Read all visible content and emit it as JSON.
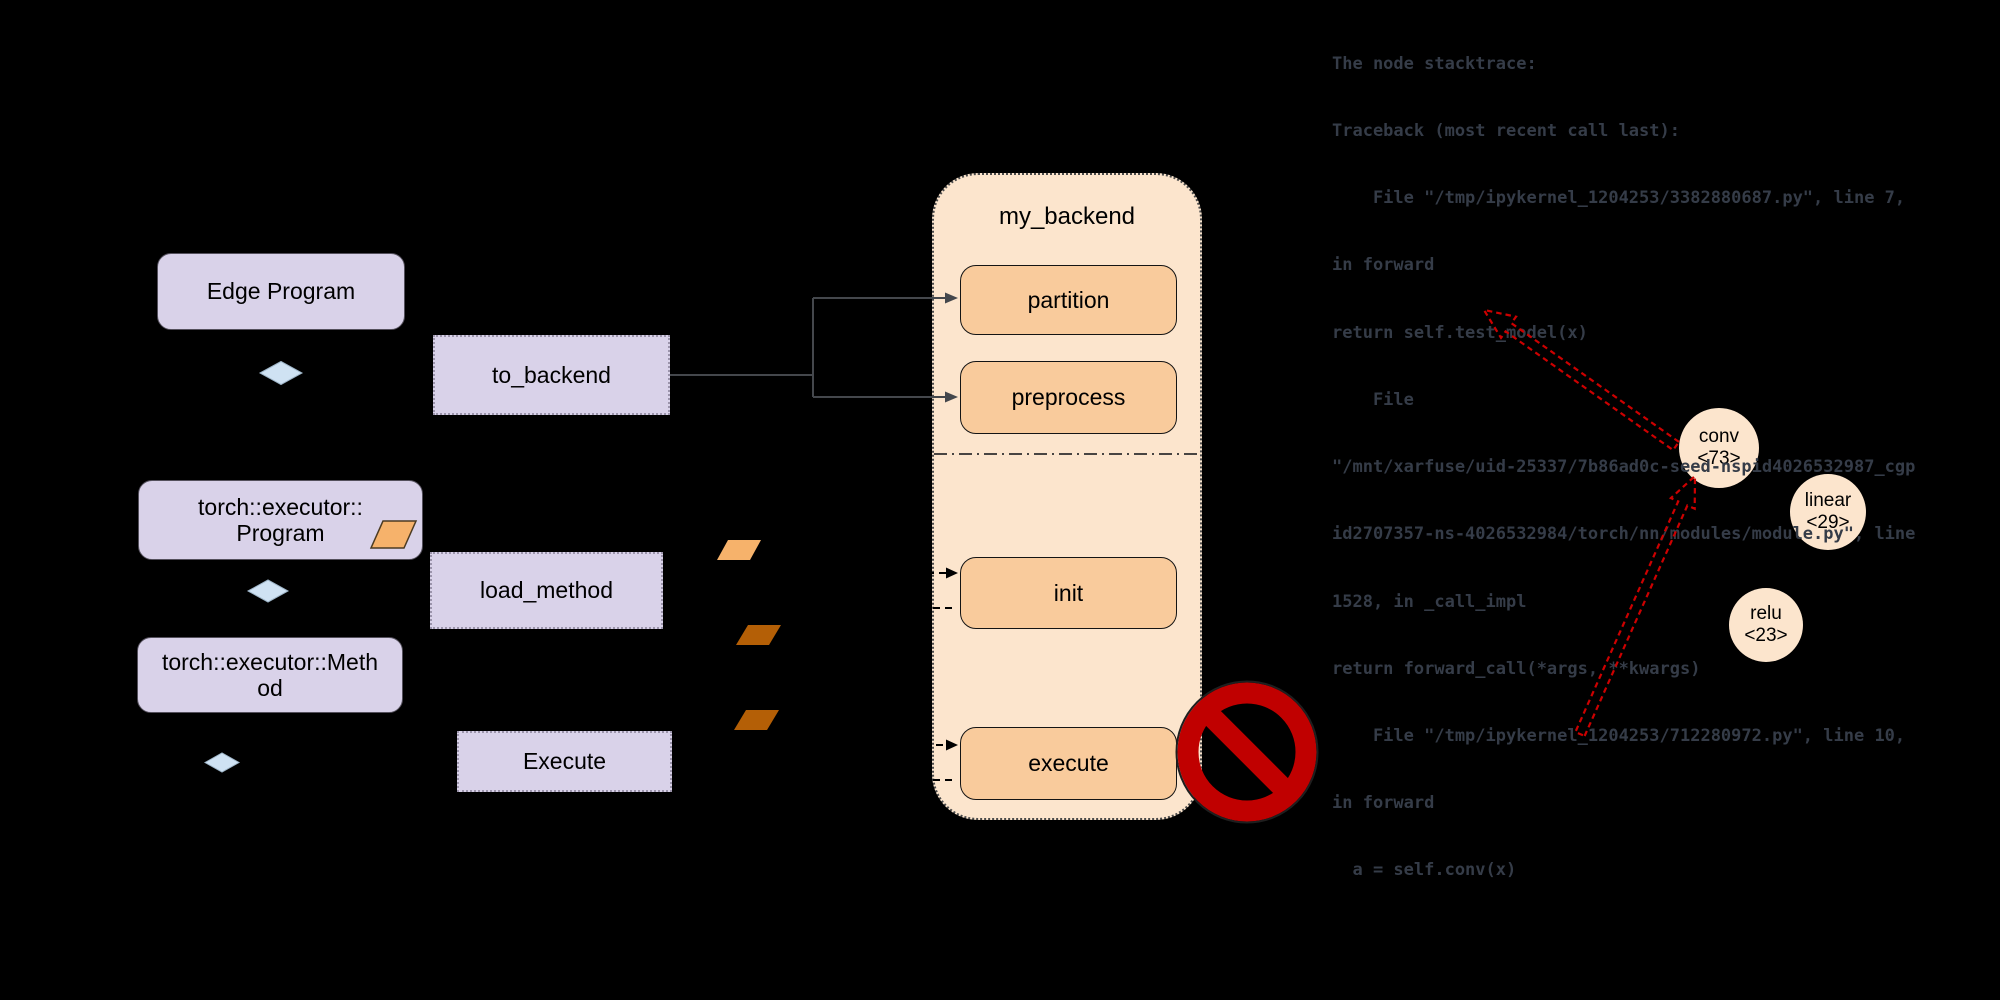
{
  "flowchart": {
    "edge_program": "Edge Program",
    "to_backend": "to_backend",
    "program_lines": [
      "torch::executor::",
      "Program"
    ],
    "load_method": "load_method",
    "method_lines": [
      "torch::executor::Meth",
      "od"
    ],
    "execute": "Execute"
  },
  "backend": {
    "title": "my_backend",
    "stages": [
      "partition",
      "preprocess",
      "init",
      "execute"
    ]
  },
  "graph": {
    "nodes": [
      {
        "name": "conv",
        "id": "<73>"
      },
      {
        "name": "linear",
        "id": "<29>"
      },
      {
        "name": "relu",
        "id": "<23>"
      }
    ]
  },
  "stacktrace": {
    "lines": [
      "The node stacktrace:",
      "Traceback (most recent call last):",
      "    File \"/tmp/ipykernel_1204253/3382880687.py\", line 7,",
      "in forward",
      "return self.test_model(x)",
      "    File",
      "\"/mnt/xarfuse/uid-25337/7b86ad0c-seed-nspid4026532987_cgp",
      "id2707357-ns-4026532984/torch/nn/modules/module.py\", line",
      "1528, in _call_impl",
      "return forward_call(*args, **kwargs)",
      "    File \"/tmp/ipykernel_1204253/712280972.py\", line 10,",
      "in forward",
      "  a = self.conv(x)"
    ]
  },
  "icons": {
    "no_entry": "no-entry-icon",
    "diamond": "diamond-icon",
    "parallelogram_light": "parallelogram-icon-light",
    "parallelogram_dark": "parallelogram-icon-dark",
    "red_arrow": "red-dashed-arrow-icon"
  },
  "colors": {
    "background": "#000000",
    "lavender_box": "#D9D2E9",
    "backend_container": "#FCE5CD",
    "backend_stage": "#F9CB9C",
    "parallelogram_light": "#F6B26B",
    "parallelogram_dark": "#B45F06",
    "diamond": "#CFE2F3",
    "node_circle": "#FCE5CD",
    "prohibition_red": "#C00000",
    "arrow_red": "#CC0000",
    "stacktrace_text": "#353C48"
  }
}
